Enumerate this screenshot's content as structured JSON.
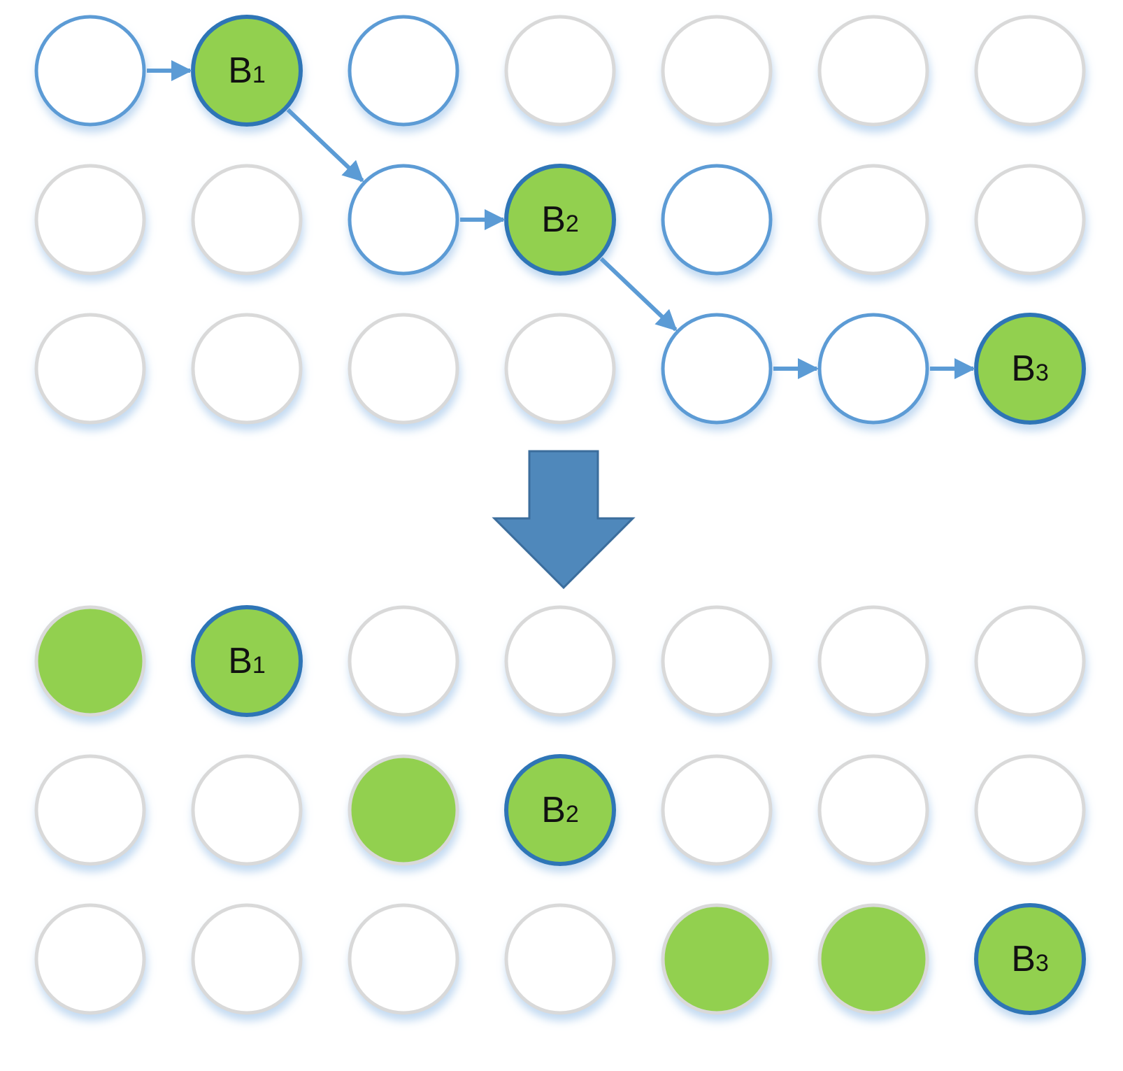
{
  "colors": {
    "node_fill_empty": "#ffffff",
    "node_fill_selected": "#92d050",
    "stroke_gray": "#d9d9d9",
    "stroke_light_blue": "#5b9bd5",
    "stroke_dark_blue": "#2e75b6",
    "arrow_blue": "#5b9bd5",
    "big_arrow_fill": "#4f88bb",
    "big_arrow_stroke": "#3b6d9c",
    "shadow_blue": "#bcd6f0"
  },
  "top_grid": {
    "rows": [
      [
        {
          "fill": "white",
          "stroke": "light-blue",
          "label": "",
          "sub": ""
        },
        {
          "fill": "green",
          "stroke": "dark-blue",
          "label": "B",
          "sub": "1"
        },
        {
          "fill": "white",
          "stroke": "light-blue",
          "label": "",
          "sub": ""
        },
        {
          "fill": "white",
          "stroke": "gray",
          "label": "",
          "sub": ""
        },
        {
          "fill": "white",
          "stroke": "gray",
          "label": "",
          "sub": ""
        },
        {
          "fill": "white",
          "stroke": "gray",
          "label": "",
          "sub": ""
        },
        {
          "fill": "white",
          "stroke": "gray",
          "label": "",
          "sub": ""
        }
      ],
      [
        {
          "fill": "white",
          "stroke": "gray",
          "label": "",
          "sub": ""
        },
        {
          "fill": "white",
          "stroke": "gray",
          "label": "",
          "sub": ""
        },
        {
          "fill": "white",
          "stroke": "light-blue",
          "label": "",
          "sub": ""
        },
        {
          "fill": "green",
          "stroke": "dark-blue",
          "label": "B",
          "sub": "2"
        },
        {
          "fill": "white",
          "stroke": "light-blue",
          "label": "",
          "sub": ""
        },
        {
          "fill": "white",
          "stroke": "gray",
          "label": "",
          "sub": ""
        },
        {
          "fill": "white",
          "stroke": "gray",
          "label": "",
          "sub": ""
        }
      ],
      [
        {
          "fill": "white",
          "stroke": "gray",
          "label": "",
          "sub": ""
        },
        {
          "fill": "white",
          "stroke": "gray",
          "label": "",
          "sub": ""
        },
        {
          "fill": "white",
          "stroke": "gray",
          "label": "",
          "sub": ""
        },
        {
          "fill": "white",
          "stroke": "gray",
          "label": "",
          "sub": ""
        },
        {
          "fill": "white",
          "stroke": "light-blue",
          "label": "",
          "sub": ""
        },
        {
          "fill": "white",
          "stroke": "light-blue",
          "label": "",
          "sub": ""
        },
        {
          "fill": "green",
          "stroke": "dark-blue",
          "label": "B",
          "sub": "3"
        }
      ]
    ],
    "edges": [
      {
        "from": [
          0,
          0
        ],
        "to": [
          0,
          1
        ]
      },
      {
        "from": [
          0,
          1
        ],
        "to": [
          1,
          2
        ]
      },
      {
        "from": [
          1,
          2
        ],
        "to": [
          1,
          3
        ]
      },
      {
        "from": [
          1,
          3
        ],
        "to": [
          2,
          4
        ]
      },
      {
        "from": [
          2,
          4
        ],
        "to": [
          2,
          5
        ]
      },
      {
        "from": [
          2,
          5
        ],
        "to": [
          2,
          6
        ]
      }
    ]
  },
  "bottom_grid": {
    "rows": [
      [
        {
          "fill": "green",
          "stroke": "gray",
          "label": "",
          "sub": ""
        },
        {
          "fill": "green",
          "stroke": "dark-blue",
          "label": "B",
          "sub": "1"
        },
        {
          "fill": "white",
          "stroke": "gray",
          "label": "",
          "sub": ""
        },
        {
          "fill": "white",
          "stroke": "gray",
          "label": "",
          "sub": ""
        },
        {
          "fill": "white",
          "stroke": "gray",
          "label": "",
          "sub": ""
        },
        {
          "fill": "white",
          "stroke": "gray",
          "label": "",
          "sub": ""
        },
        {
          "fill": "white",
          "stroke": "gray",
          "label": "",
          "sub": ""
        }
      ],
      [
        {
          "fill": "white",
          "stroke": "gray",
          "label": "",
          "sub": ""
        },
        {
          "fill": "white",
          "stroke": "gray",
          "label": "",
          "sub": ""
        },
        {
          "fill": "green",
          "stroke": "gray",
          "label": "",
          "sub": ""
        },
        {
          "fill": "green",
          "stroke": "dark-blue",
          "label": "B",
          "sub": "2"
        },
        {
          "fill": "white",
          "stroke": "gray",
          "label": "",
          "sub": ""
        },
        {
          "fill": "white",
          "stroke": "gray",
          "label": "",
          "sub": ""
        },
        {
          "fill": "white",
          "stroke": "gray",
          "label": "",
          "sub": ""
        }
      ],
      [
        {
          "fill": "white",
          "stroke": "gray",
          "label": "",
          "sub": ""
        },
        {
          "fill": "white",
          "stroke": "gray",
          "label": "",
          "sub": ""
        },
        {
          "fill": "white",
          "stroke": "gray",
          "label": "",
          "sub": ""
        },
        {
          "fill": "white",
          "stroke": "gray",
          "label": "",
          "sub": ""
        },
        {
          "fill": "green",
          "stroke": "gray",
          "label": "",
          "sub": ""
        },
        {
          "fill": "green",
          "stroke": "gray",
          "label": "",
          "sub": ""
        },
        {
          "fill": "green",
          "stroke": "dark-blue",
          "label": "B",
          "sub": "3"
        }
      ]
    ],
    "edges": []
  },
  "transition_arrow": {
    "direction": "down"
  }
}
